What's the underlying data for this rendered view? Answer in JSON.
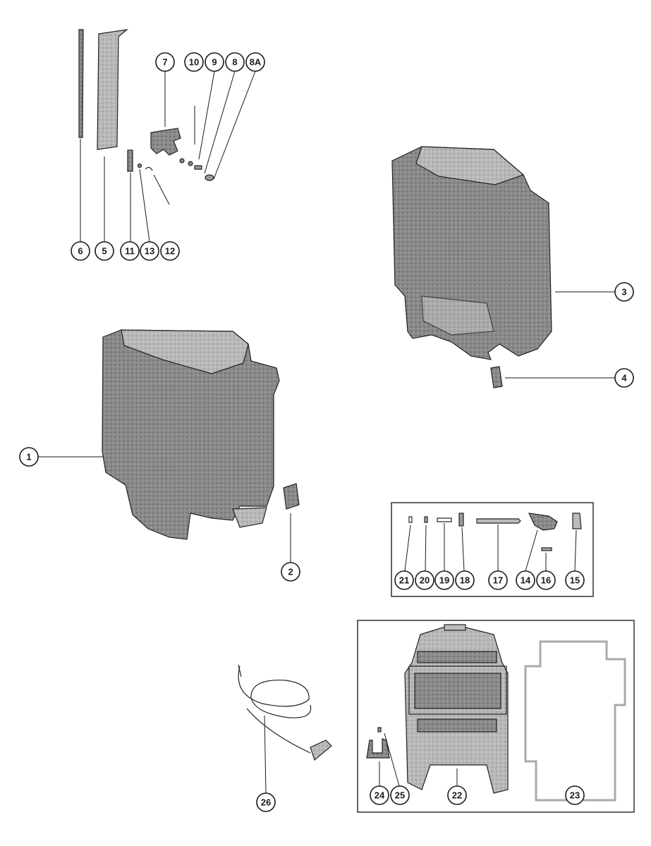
{
  "diagram": {
    "colors": {
      "ink": "#1a1a1a",
      "paper": "#ffffff",
      "part_dark": "#6e6e6e",
      "part_mid": "#9a9a9a",
      "part_light": "#c8c8c8"
    },
    "callouts": {
      "c1": "1",
      "c2": "2",
      "c3": "3",
      "c4": "4",
      "c5": "5",
      "c6": "6",
      "c7": "7",
      "c8": "8",
      "c8a": "8A",
      "c9": "9",
      "c10": "10",
      "c11": "11",
      "c12": "12",
      "c13": "13",
      "c14": "14",
      "c15": "15",
      "c16": "16",
      "c17": "17",
      "c18": "18",
      "c19": "19",
      "c20": "20",
      "c21": "21",
      "c22": "22",
      "c23": "23",
      "c24": "24",
      "c25": "25",
      "c26": "26"
    }
  }
}
